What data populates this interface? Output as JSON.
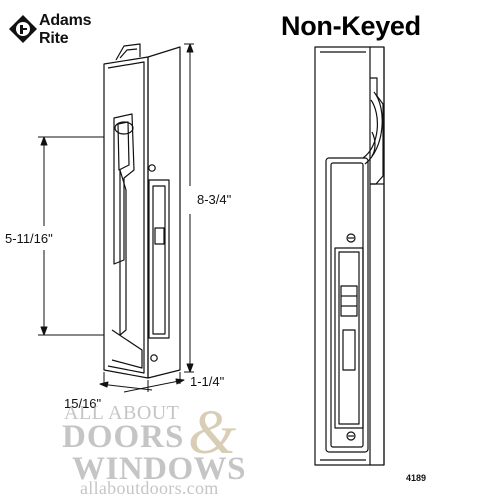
{
  "brand": {
    "line1": "Adams",
    "line2": "Rite"
  },
  "title": "Non-Keyed",
  "dimensions": {
    "overall_height": "8-3/4\"",
    "inner_height": "5-11/16\"",
    "depth": "15/16\"",
    "width": "1-1/4\""
  },
  "part_number": "4189",
  "watermark": {
    "line1": "ALL ABOUT",
    "line2": "DOORS",
    "ampersand": "&",
    "line3": "WINDOWS",
    "line4": "allaboutdoors.com"
  },
  "colors": {
    "line": "#111111",
    "watermark_text": "#969696",
    "watermark_amp": "#b9a578"
  }
}
